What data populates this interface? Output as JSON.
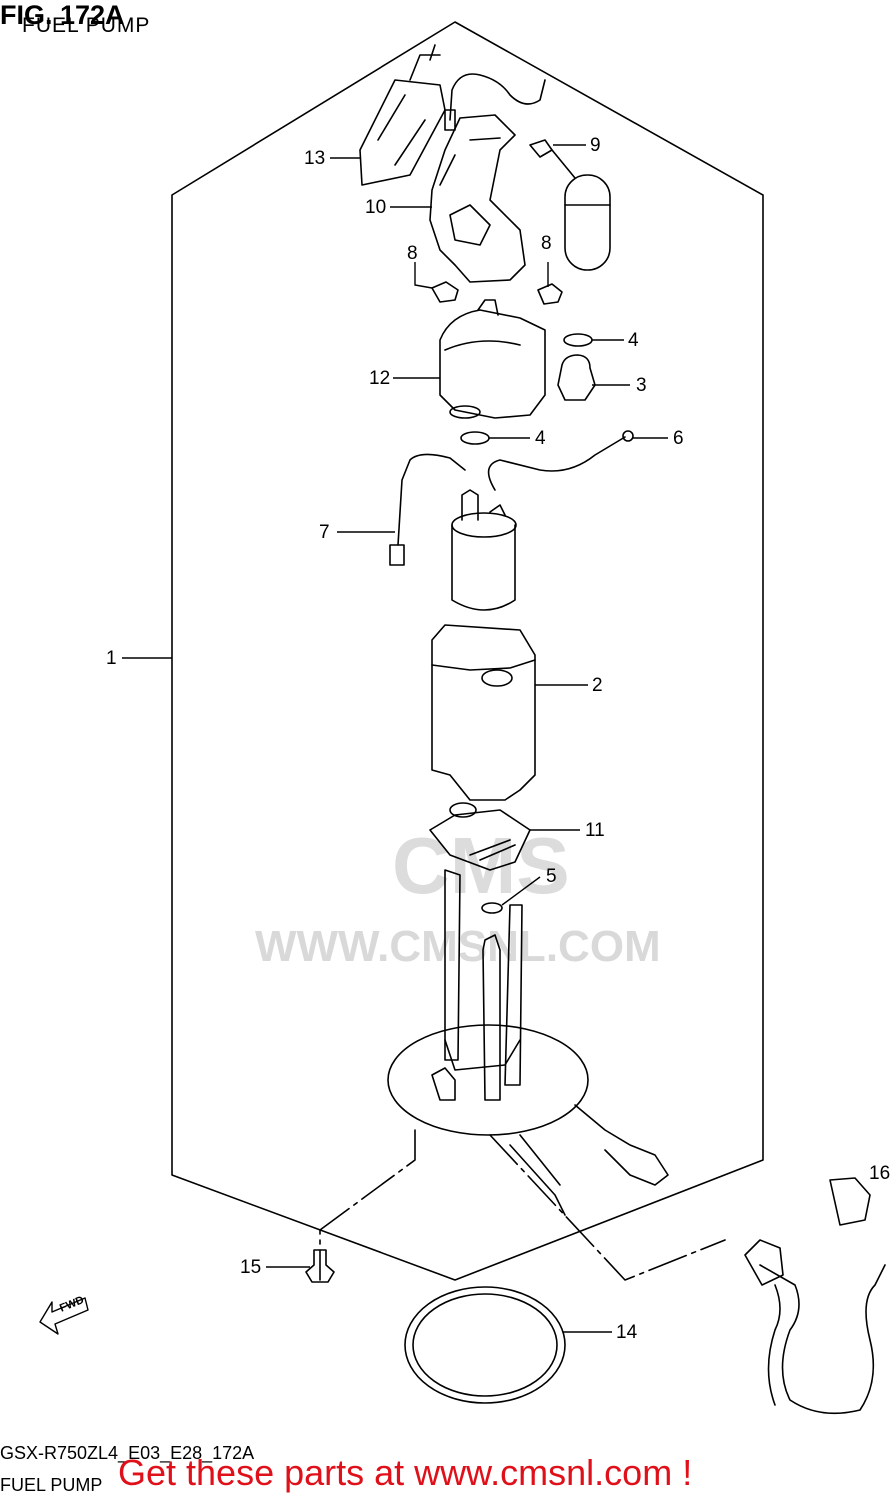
{
  "header": {
    "figure_label": "FIG. 172A",
    "figure_title": "FUEL PUMP"
  },
  "watermark": {
    "url_text": "WWW.CMSNL.COM",
    "logo_text": "CMS"
  },
  "callouts": [
    {
      "id": "c1",
      "label": "1"
    },
    {
      "id": "c2",
      "label": "2"
    },
    {
      "id": "c3",
      "label": "3"
    },
    {
      "id": "c4a",
      "label": "4"
    },
    {
      "id": "c4b",
      "label": "4"
    },
    {
      "id": "c5",
      "label": "5"
    },
    {
      "id": "c6",
      "label": "6"
    },
    {
      "id": "c7",
      "label": "7"
    },
    {
      "id": "c8a",
      "label": "8"
    },
    {
      "id": "c8b",
      "label": "8"
    },
    {
      "id": "c9",
      "label": "9"
    },
    {
      "id": "c10",
      "label": "10"
    },
    {
      "id": "c11",
      "label": "11"
    },
    {
      "id": "c12",
      "label": "12"
    },
    {
      "id": "c13",
      "label": "13"
    },
    {
      "id": "c14",
      "label": "14"
    },
    {
      "id": "c15",
      "label": "15"
    },
    {
      "id": "c16",
      "label": "16"
    }
  ],
  "fwd_label": "FWD",
  "footer": {
    "model_code": "GSX-R750ZL4_E03_E28_172A",
    "name": "FUEL PUMP",
    "cta": "Get these parts at www.cmsnl.com !"
  },
  "colors": {
    "line": "#000000",
    "cta": "#e0101a",
    "watermark": "#d9d9d9"
  }
}
